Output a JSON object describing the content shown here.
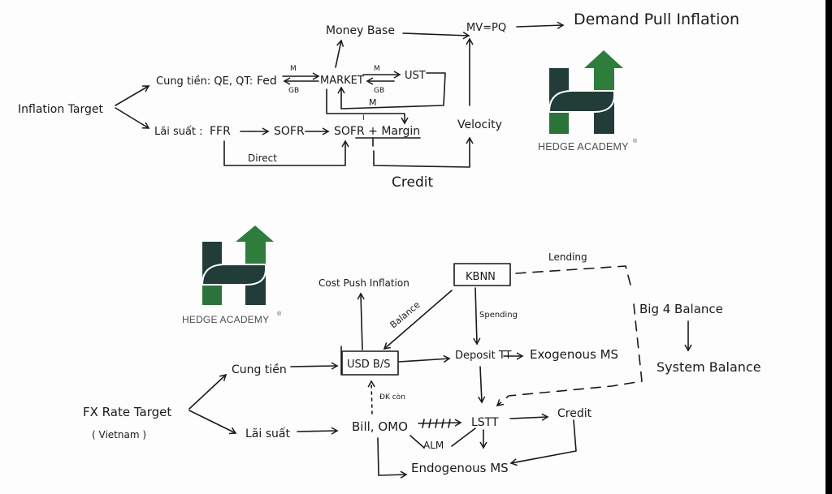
{
  "brand": {
    "name": "HEDGE ACADEMY",
    "registered_mark": "®",
    "colors": {
      "dark": "#223c38",
      "green": "#2e7d3c",
      "text": "#4a4f52"
    }
  },
  "us_diagram": {
    "root": "Inflation Target",
    "branch_money_supply": "Cung tiền: QE, QT:",
    "fed": "Fed",
    "market": "MARKET",
    "ust": "UST",
    "label_m_fed_market": "M",
    "label_gb_fed_market": "GB",
    "label_m_market_ust": "M",
    "label_gb_market_ust": "GB",
    "label_m_return": "M",
    "money_base": "Money Base",
    "equation": "MV=PQ",
    "demand_pull": "Demand Pull Inflation",
    "branch_interest": "Lãi suất :",
    "ffr": "FFR",
    "sofr": "SOFR",
    "sofr_margin": "SOFR + Margin",
    "sofr_superscript": "I",
    "direct": "Direct",
    "velocity": "Velocity",
    "credit": "Credit"
  },
  "vn_diagram": {
    "root": "FX Rate Target",
    "root_sub": "( Vietnam )",
    "branch_money_supply": "Cung tiền",
    "branch_interest": "Lãi suất",
    "usd_bs": "USD B/S",
    "cost_push": "Cost Push Inflation",
    "balance": "Balance",
    "kbnn": "KBNN",
    "lending": "Lending",
    "spending": "Spending",
    "deposit": "Deposit TT",
    "exogenous": "Exogenous MS",
    "big4": "Big 4 Balance",
    "system_balance": "System Balance",
    "dk_con": "ĐK còn",
    "bill_omo": "Bill, OMO",
    "lstt": "LSTT",
    "credit": "Credit",
    "alm": "ALM",
    "endogenous": "Endogenous MS"
  }
}
